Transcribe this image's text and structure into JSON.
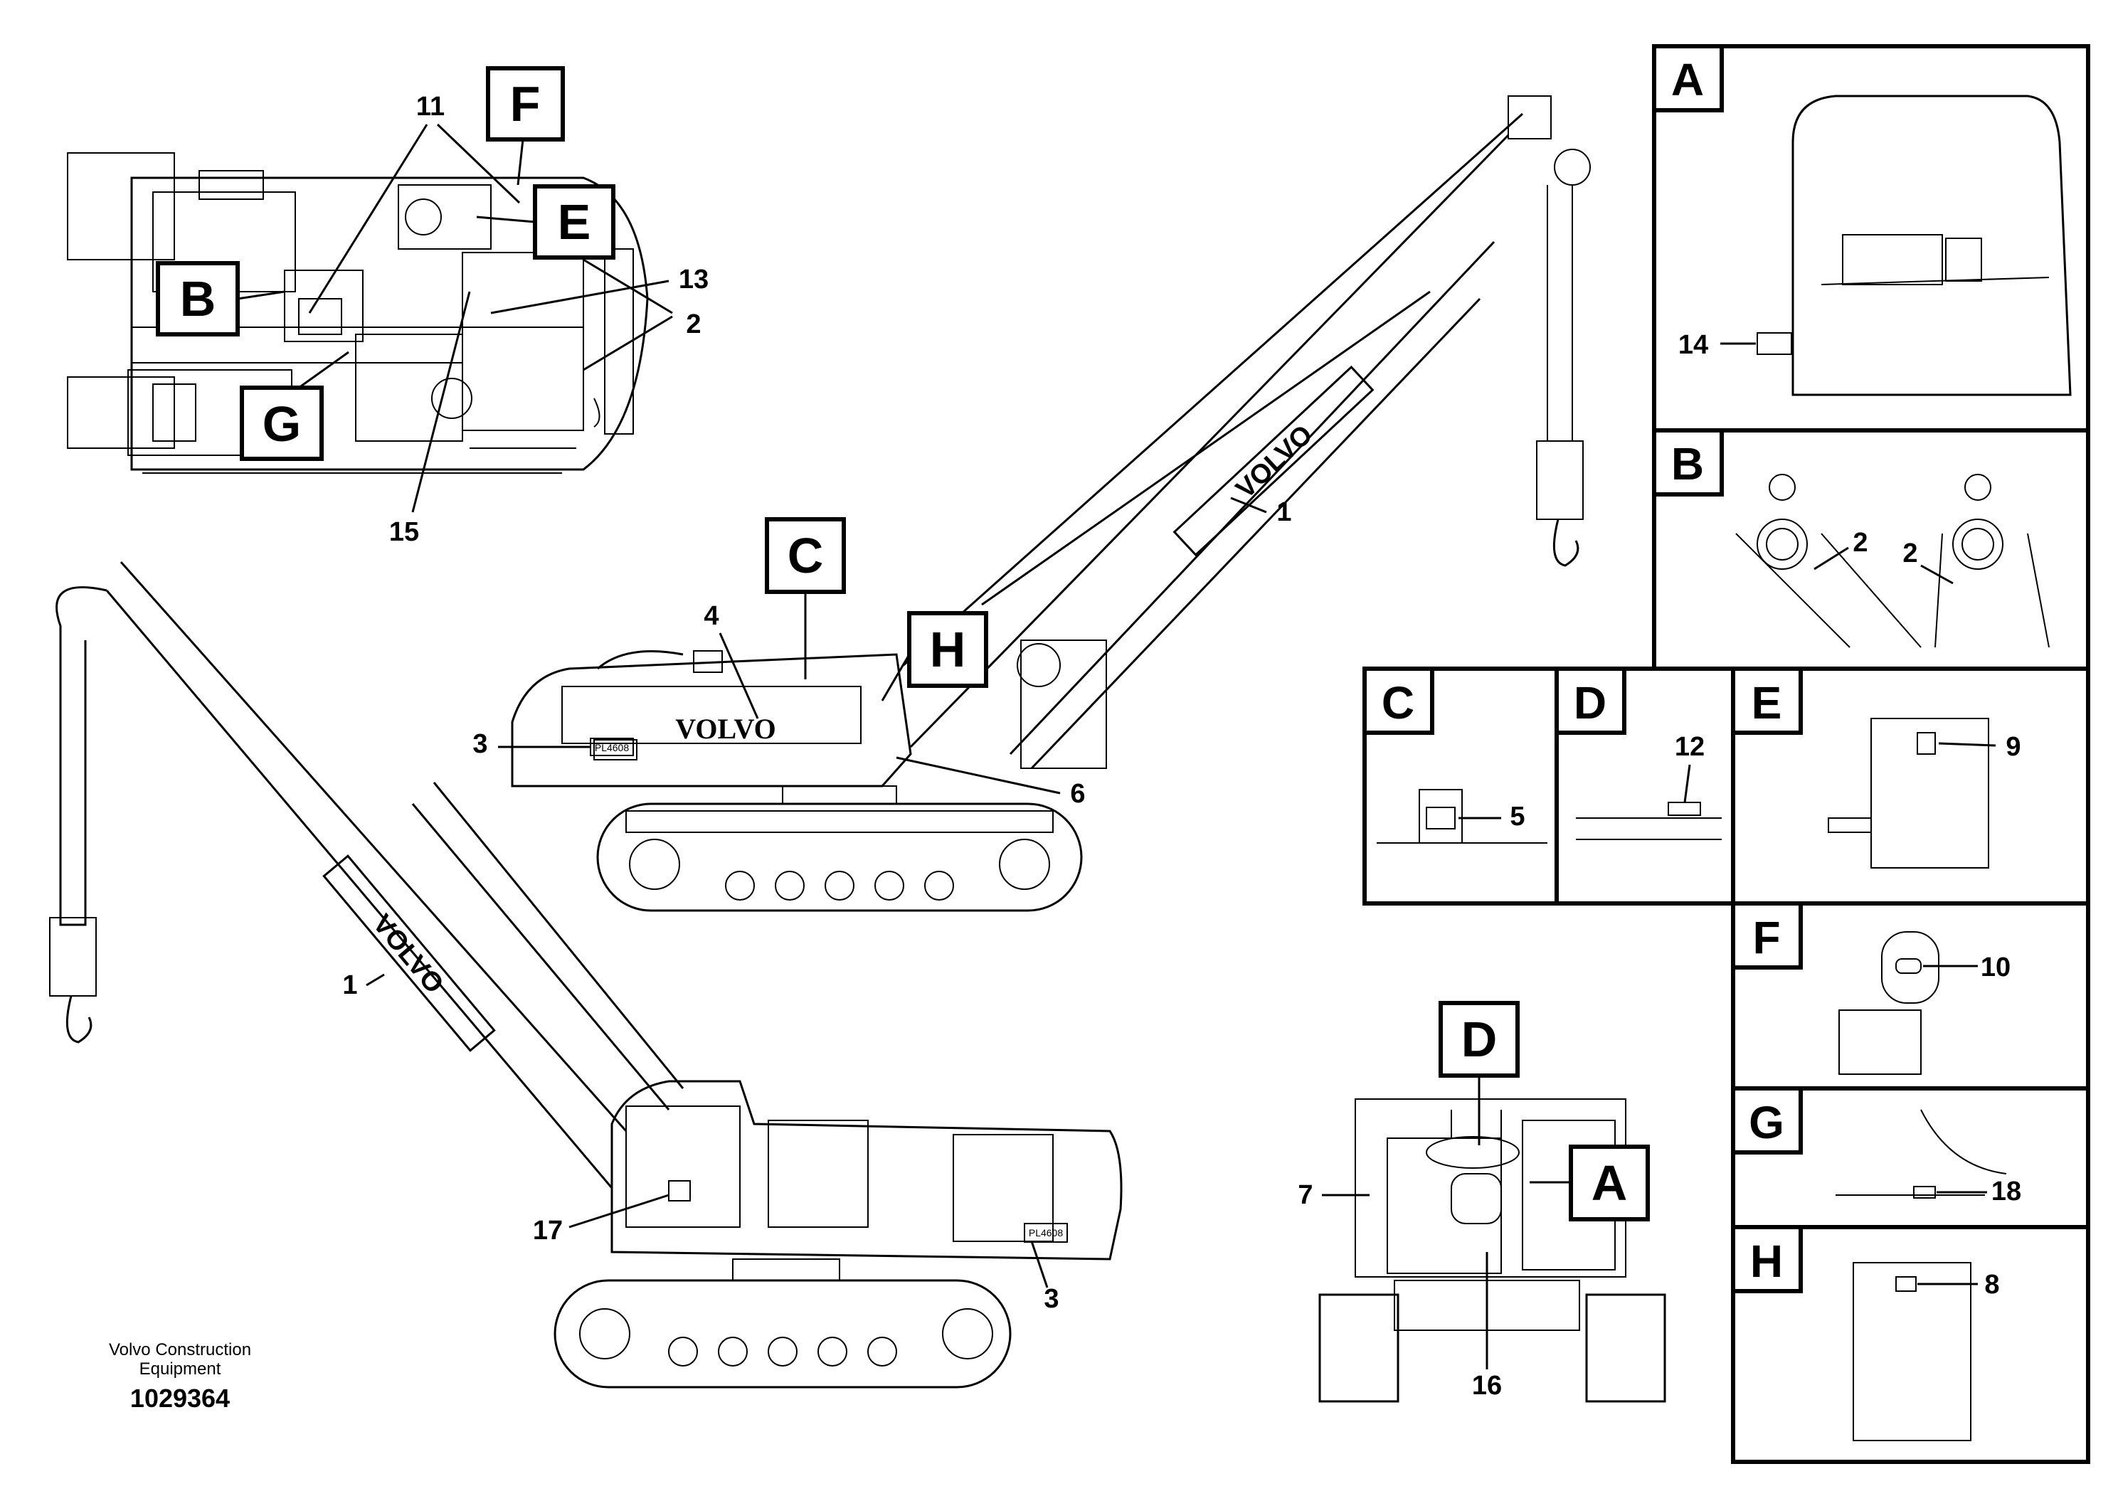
{
  "diagram": {
    "main_letters": {
      "F": "F",
      "E": "E",
      "B": "B",
      "G": "G",
      "C": "C",
      "H": "H",
      "D": "D",
      "A": "A"
    },
    "callouts": {
      "n11": "11",
      "n13": "13",
      "n2": "2",
      "n15": "15",
      "n1a": "1",
      "n1b": "1",
      "n4": "4",
      "n3a": "3",
      "n3b": "3",
      "n6": "6",
      "n17": "17",
      "n7": "7",
      "n16": "16"
    },
    "volvo_text": "VOLVO",
    "plate_text": "PL4608",
    "panels": {
      "A": {
        "letter": "A",
        "callouts": [
          "14"
        ]
      },
      "B": {
        "letter": "B",
        "callouts": [
          "2",
          "2"
        ]
      },
      "C": {
        "letter": "C",
        "callouts": [
          "5"
        ]
      },
      "D": {
        "letter": "D",
        "callouts": [
          "12"
        ]
      },
      "E": {
        "letter": "E",
        "callouts": [
          "9"
        ]
      },
      "F": {
        "letter": "F",
        "callouts": [
          "10"
        ]
      },
      "G": {
        "letter": "G",
        "callouts": [
          "18"
        ]
      },
      "H": {
        "letter": "H",
        "callouts": [
          "8"
        ]
      }
    },
    "footer": {
      "line1": "Volvo Construction",
      "line2": "Equipment",
      "drawing_number": "1029364"
    }
  }
}
